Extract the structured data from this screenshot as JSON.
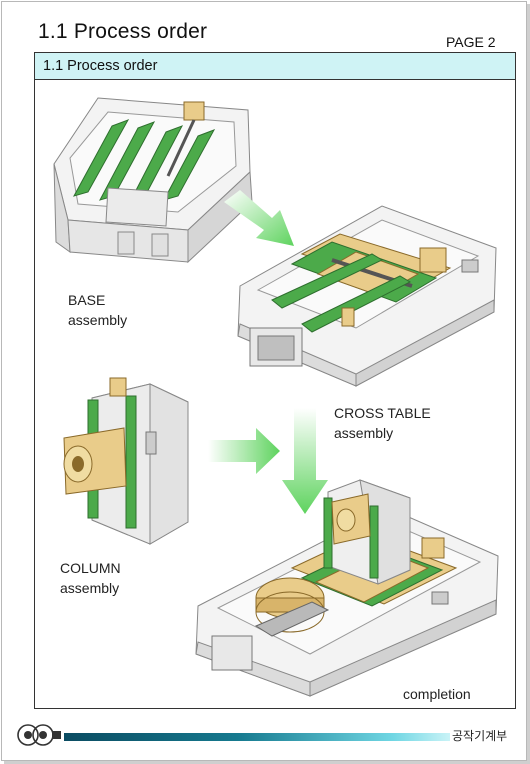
{
  "header": {
    "title": "1.1 Process order",
    "page_number": "PAGE 2"
  },
  "section": {
    "title": "1.1 Process order"
  },
  "labels": {
    "base": [
      "BASE",
      "assembly"
    ],
    "cross_table": [
      "CROSS TABLE",
      "assembly"
    ],
    "column": [
      "COLUMN",
      "assembly"
    ],
    "completion": "completion"
  },
  "footer": {
    "department": "공작기계부"
  },
  "colors": {
    "section_bar": "#cff3f5",
    "rail_green": "#4caa4a",
    "arrow_green": "#5ed35e",
    "part_tan": "#e9cc8a"
  }
}
